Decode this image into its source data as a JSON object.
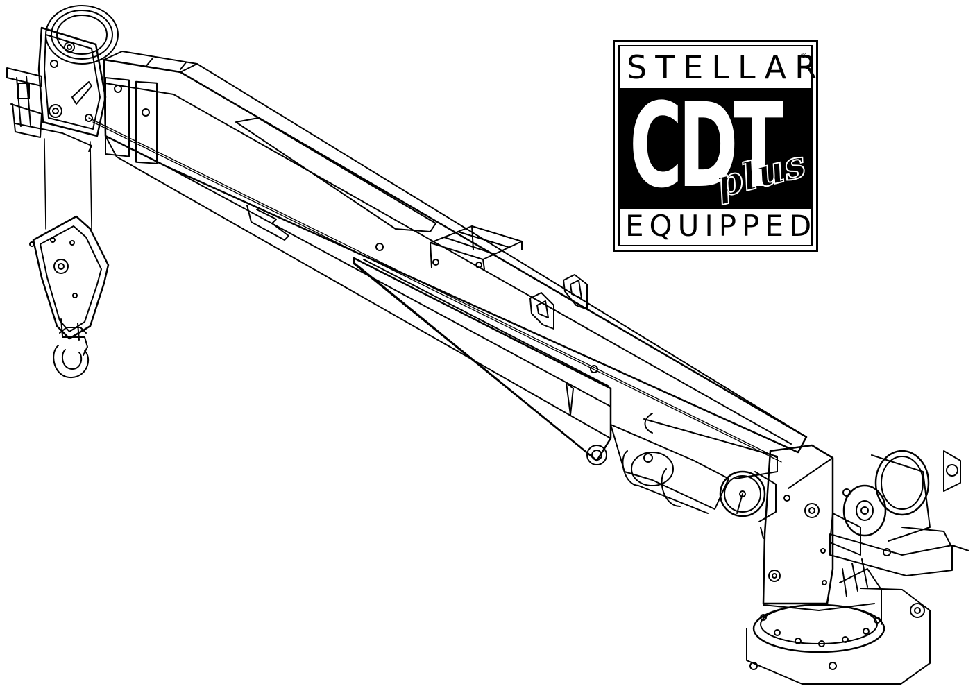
{
  "logo": {
    "brand": "STELLAR",
    "registered_mark": "®",
    "model": "CDT",
    "variant": "plus",
    "trademark": "™",
    "footer": "EQUIPPED"
  },
  "colors": {
    "line": "#000000",
    "background": "#ffffff"
  }
}
